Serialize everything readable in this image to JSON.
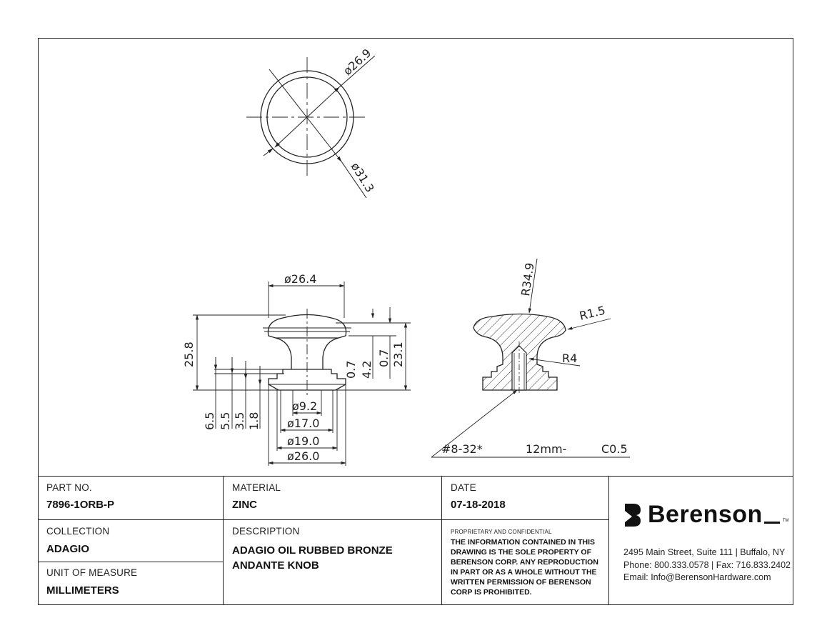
{
  "drawing": {
    "top_view": {
      "outer_dia": "ø31.3",
      "inner_dia": "ø26.9"
    },
    "side_view": {
      "top_dia": "ø26.4",
      "height_total": "25.8",
      "height_right": "23.1",
      "dim_0_7_a": "0.7",
      "dim_4_2": "4.2",
      "dim_0_7_b": "0.7",
      "dim_6_5": "6.5",
      "dim_5_5": "5.5",
      "dim_3_5": "3.5",
      "dim_1_8": "1.8",
      "dia_9_2": "ø9.2",
      "dia_17_0": "ø17.0",
      "dia_19_0": "ø19.0",
      "dia_26_0": "ø26.0"
    },
    "section_view": {
      "r_34_9": "R34.9",
      "r_1_5": "R1.5",
      "r_4": "R4",
      "thread": "#8-32*",
      "depth": "12mm-",
      "chamfer": "C0.5"
    }
  },
  "title_block": {
    "part_no_label": "PART NO.",
    "part_no": "7896-1ORB-P",
    "material_label": "MATERIAL",
    "material": "ZINC",
    "date_label": "DATE",
    "date": "07-18-2018",
    "collection_label": "COLLECTION",
    "collection": "ADAGIO",
    "description_label": "DESCRIPTION",
    "description": "ADAGIO OIL RUBBED BRONZE ANDANTE KNOB",
    "uom_label": "UNIT OF MEASURE",
    "uom": "MILLIMETERS",
    "confidential_label": "PROPRIETARY AND CONFIDENTIAL",
    "confidential_text": "THE INFORMATION CONTAINED IN THIS DRAWING IS THE SOLE PROPERTY OF BERENSON CORP. ANY REPRODUCTION IN PART OR AS A WHOLE WITHOUT THE WRITTEN PERMISSION OF BERENSON CORP IS PROHIBITED.",
    "company": "Berenson",
    "trademark": "TM",
    "address": "2495 Main Street, Suite 111 | Buffalo, NY",
    "phone_fax": "Phone: 800.333.0578 | Fax: 716.833.2402",
    "email": "Email: Info@BerensonHardware.com"
  }
}
